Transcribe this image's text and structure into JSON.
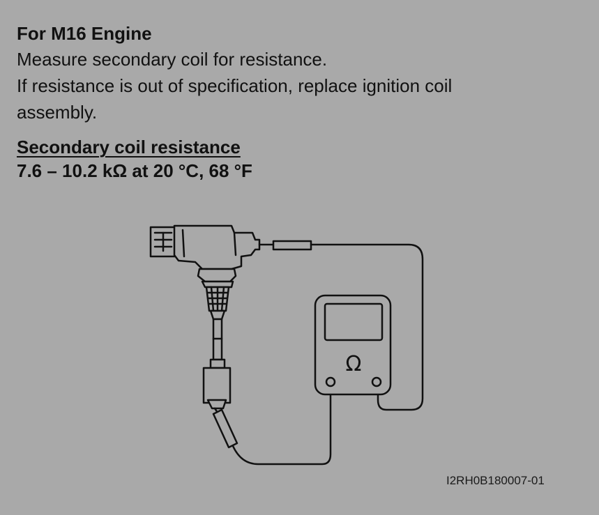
{
  "document": {
    "heading": "For M16 Engine",
    "instruction_lines": [
      "Measure secondary coil for resistance.",
      "If resistance is out of specification, replace ignition coil",
      "assembly."
    ],
    "spec_title": "Secondary coil resistance",
    "spec_value": "7.6 – 10.2 kΩ at 20 °C, 68 °F"
  },
  "figure": {
    "ohmmeter_symbol": "Ω",
    "figure_id": "I2RH0B180007-01",
    "icons": [
      "ignition-coil-icon",
      "ohmmeter-icon",
      "test-lead-icon"
    ]
  }
}
